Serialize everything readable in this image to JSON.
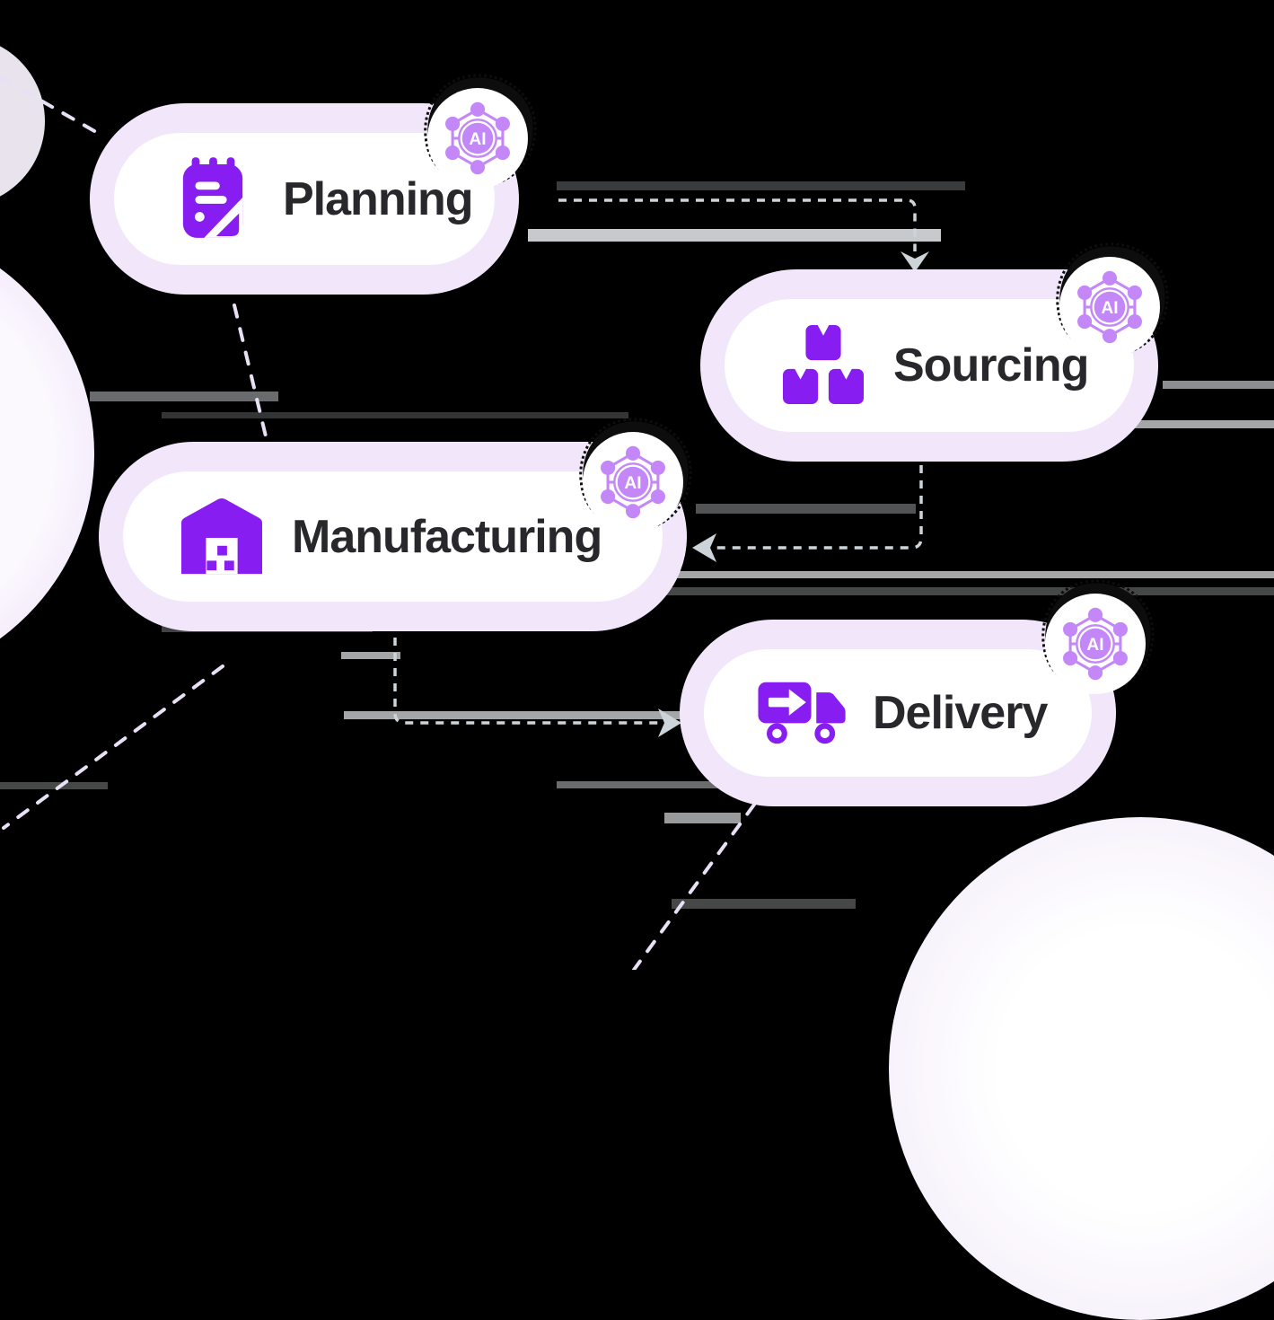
{
  "diagram": {
    "cards": [
      {
        "id": "planning",
        "label": "Planning",
        "icon": "notepad-icon",
        "badge": "AI"
      },
      {
        "id": "sourcing",
        "label": "Sourcing",
        "icon": "boxes-icon",
        "badge": "AI"
      },
      {
        "id": "manufacturing",
        "label": "Manufacturing",
        "icon": "warehouse-icon",
        "badge": "AI"
      },
      {
        "id": "delivery",
        "label": "Delivery",
        "icon": "truck-icon",
        "badge": "AI"
      }
    ],
    "edges": [
      {
        "from": "planning",
        "to": "sourcing"
      },
      {
        "from": "sourcing",
        "to": "manufacturing"
      },
      {
        "from": "manufacturing",
        "to": "delivery"
      }
    ]
  },
  "colors": {
    "background": "#000000",
    "pill_outer": "#f2e7fa",
    "pill_inner": "#ffffff",
    "icon_purple": "#871df0",
    "badge_purple": "#c387f7",
    "label": "#28282c",
    "connector_gray": "#ccd4d9",
    "connector_lavender": "#e9e0f6",
    "scribble": "#0d0d0d"
  }
}
